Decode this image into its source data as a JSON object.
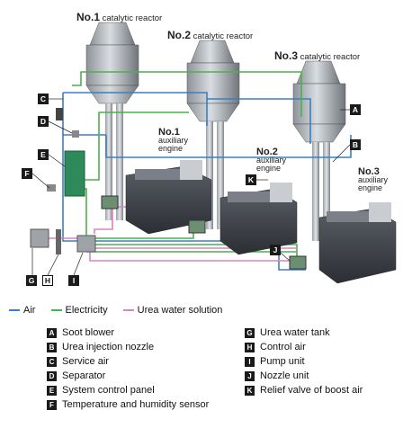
{
  "reactors": [
    {
      "num": "No.1",
      "text": "catalytic reactor"
    },
    {
      "num": "No.2",
      "text": "catalytic reactor"
    },
    {
      "num": "No.3",
      "text": "catalytic reactor"
    }
  ],
  "engines": [
    {
      "num": "No.1",
      "line1": "auxiliary",
      "line2": "engine"
    },
    {
      "num": "No.2",
      "line1": "auxiliary",
      "line2": "engine"
    },
    {
      "num": "No.3",
      "line1": "auxiliary",
      "line2": "engine"
    }
  ],
  "line_legend": [
    {
      "label": "Air",
      "color": "#3a7fc4"
    },
    {
      "label": "Electricity",
      "color": "#4caf50"
    },
    {
      "label": "Urea water solution",
      "color": "#d884c4"
    }
  ],
  "legend_left": [
    {
      "key": "A",
      "label": "Soot blower"
    },
    {
      "key": "B",
      "label": "Urea injection nozzle"
    },
    {
      "key": "C",
      "label": "Service air"
    },
    {
      "key": "D",
      "label": "Separator"
    },
    {
      "key": "E",
      "label": "System control panel"
    },
    {
      "key": "F",
      "label": "Temperature and humidity sensor"
    }
  ],
  "legend_right": [
    {
      "key": "G",
      "label": "Urea water tank"
    },
    {
      "key": "H",
      "label": "Control air"
    },
    {
      "key": "I",
      "label": "Pump unit"
    },
    {
      "key": "J",
      "label": "Nozzle unit"
    },
    {
      "key": "K",
      "label": "Relief valve of boost air"
    }
  ],
  "badges": {
    "A": "A",
    "B": "B",
    "C": "C",
    "D": "D",
    "E": "E",
    "F": "F",
    "G": "G",
    "H": "H",
    "I": "I",
    "J": "J",
    "K": "K"
  }
}
